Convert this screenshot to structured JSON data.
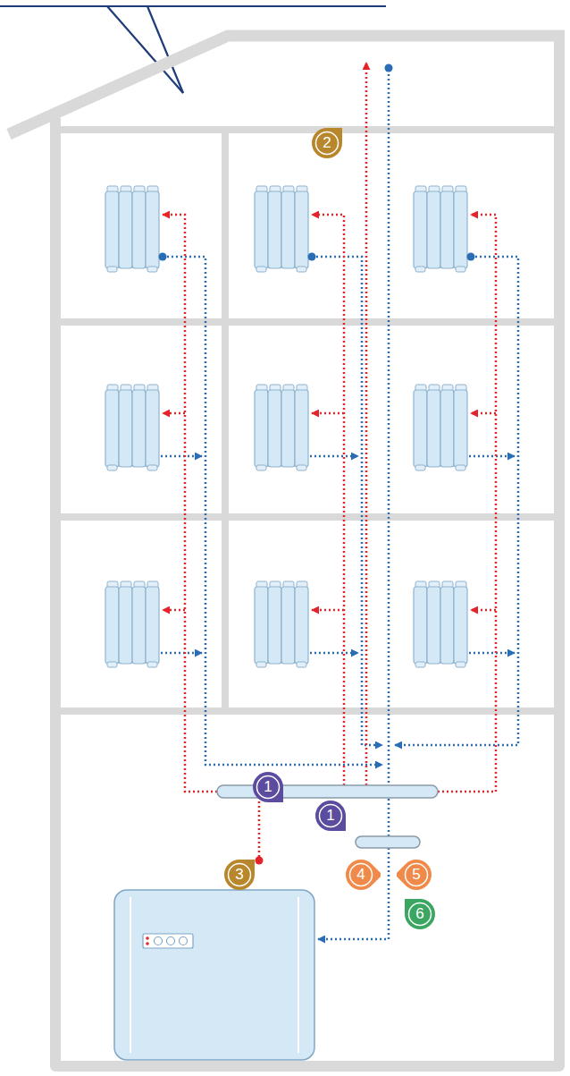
{
  "diagram": {
    "labels": [
      "2",
      "1",
      "1",
      "3",
      "4",
      "5",
      "6"
    ]
  }
}
